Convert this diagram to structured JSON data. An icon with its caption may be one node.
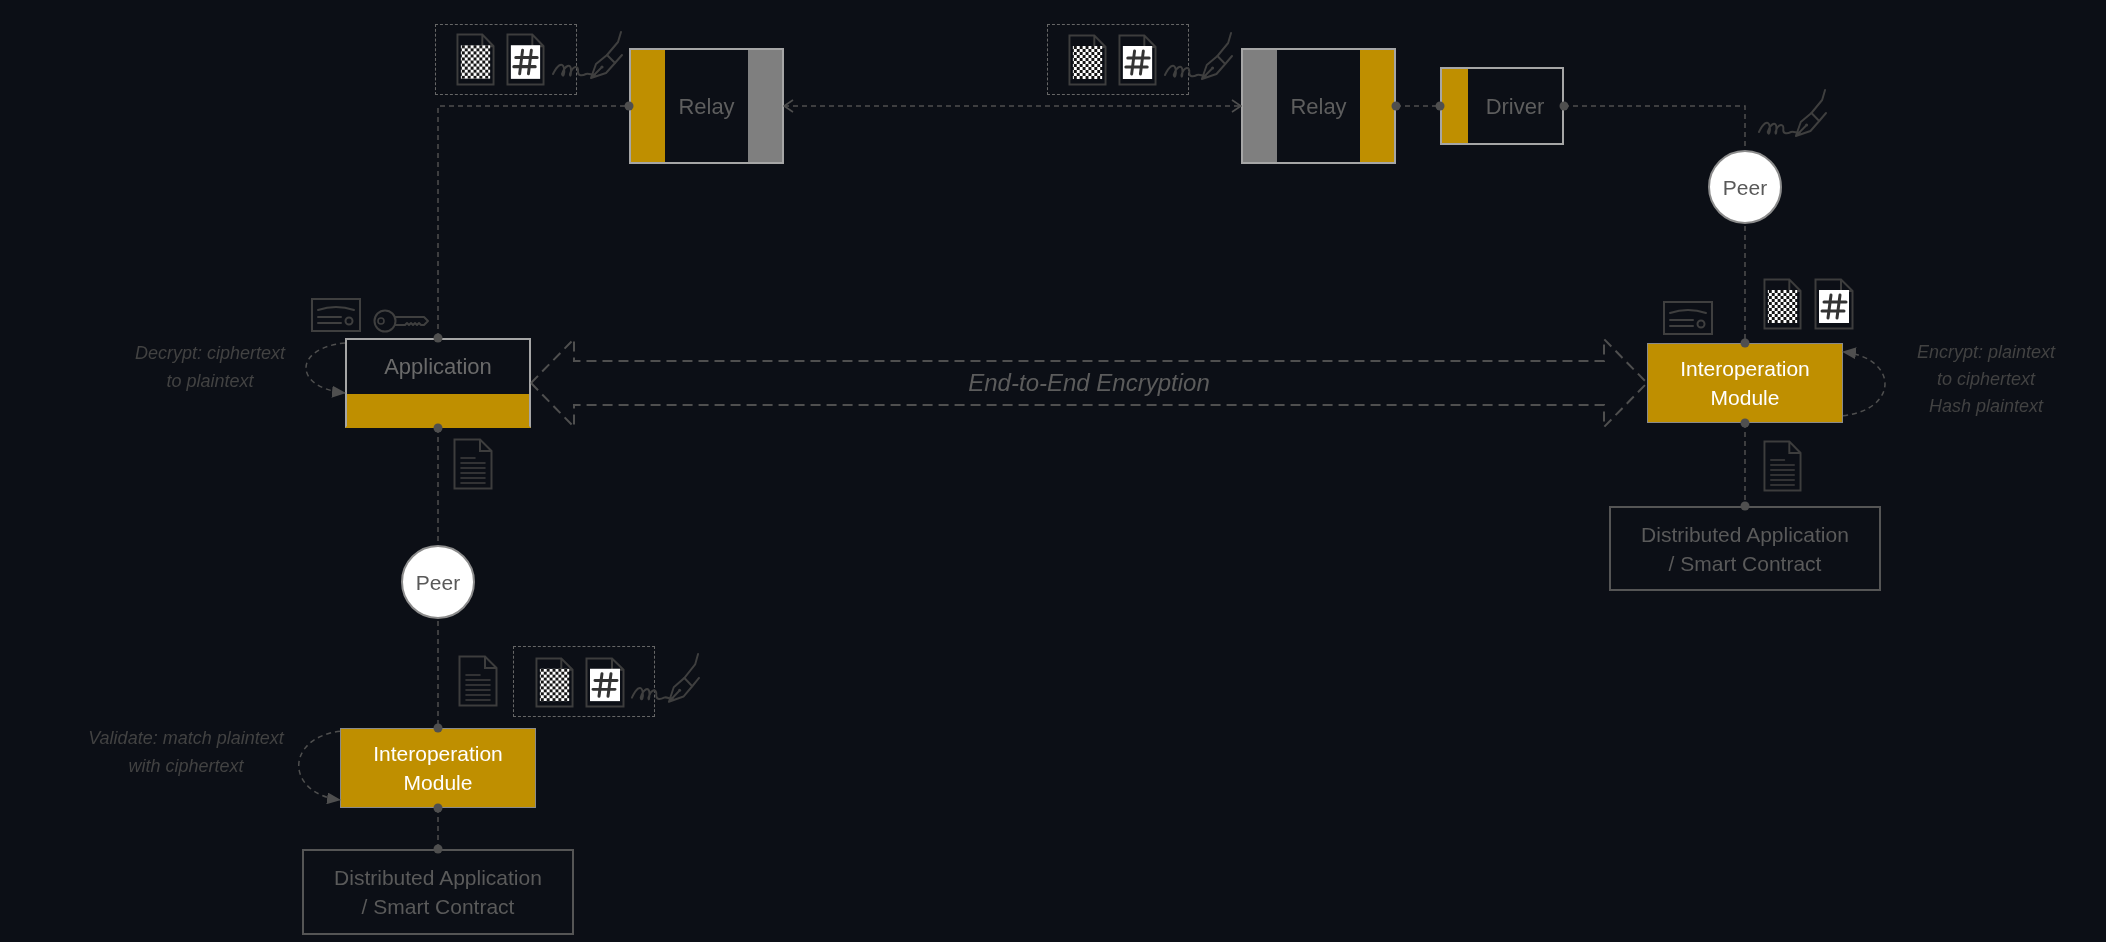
{
  "diagram": {
    "nodes": [
      {
        "text": [
          "Relay"
        ]
      },
      {
        "text": [
          "Relay"
        ]
      },
      {
        "text": [
          "Driver"
        ]
      },
      {
        "text": [
          "Peer"
        ]
      },
      {
        "text": [
          "Application"
        ]
      },
      {
        "text": [
          "Interoperation Module"
        ]
      },
      {
        "text": [
          "Distributed Application / Smart Contract"
        ]
      },
      {
        "text": [
          "Peer"
        ]
      },
      {
        "text": [
          "Interoperation Module"
        ]
      },
      {
        "text": [
          "Distributed Application / Smart Contract"
        ]
      }
    ],
    "edges": [
      {
        "from": 4,
        "to": 0,
        "arrow": "other",
        "style": "dashed"
      },
      {
        "from": 0,
        "to": 1,
        "arrow": "both",
        "style": "dashed"
      },
      {
        "from": 1,
        "to": 2,
        "arrow": "other",
        "style": "dashed"
      },
      {
        "from": 2,
        "to": 3,
        "arrow": "other",
        "style": "dashed"
      },
      {
        "from": 3,
        "to": 5,
        "arrow": "other",
        "style": "dashed"
      },
      {
        "from": 5,
        "to": 6,
        "arrow": "other",
        "style": "dashed"
      },
      {
        "from": 4,
        "to": 5,
        "arrow": "both",
        "label": "End-to-End Encryption",
        "style": "dashed"
      },
      {
        "from": 4,
        "to": 4,
        "arrow": "to",
        "label": "Decrypt: ciphertext to plaintext",
        "style": "dashed"
      },
      {
        "from": 5,
        "to": 5,
        "arrow": "to",
        "label": "Encrypt: plaintext to ciphertext Hash plaintext",
        "style": "dashed"
      },
      {
        "from": 4,
        "to": 7,
        "arrow": "other",
        "style": "dashed"
      },
      {
        "from": 7,
        "to": 8,
        "arrow": "other",
        "style": "dashed"
      },
      {
        "from": 8,
        "to": 9,
        "arrow": "other",
        "style": "dashed"
      },
      {
        "from": 8,
        "to": 8,
        "arrow": "to",
        "label": "Validate: match plaintext with ciphertext",
        "style": "dashed"
      }
    ]
  }
}
